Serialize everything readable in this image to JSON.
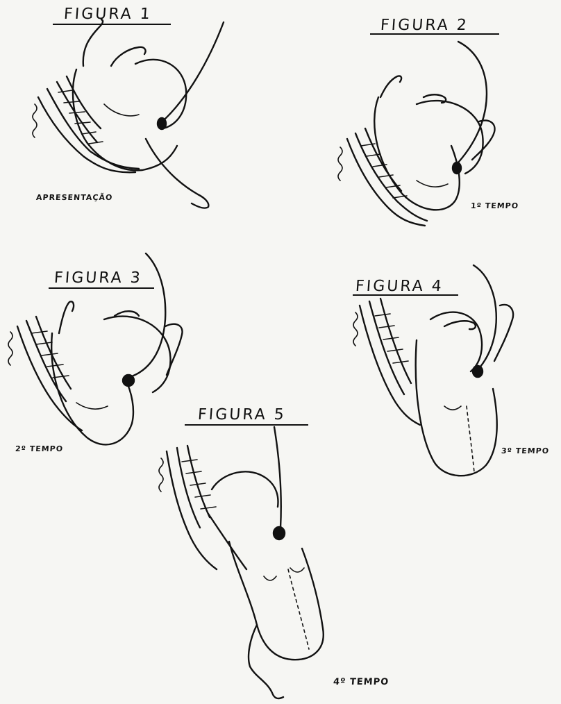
{
  "figures": [
    {
      "title": "FIGURA 1",
      "caption": "APRESENTAÇÃO"
    },
    {
      "title": "FIGURA 2",
      "caption": "1º TEMPO"
    },
    {
      "title": "FIGURA 3",
      "caption": "2º TEMPO"
    },
    {
      "title": "FIGURA 4",
      "caption": "3º TEMPO"
    },
    {
      "title": "FIGURA 5",
      "caption": "4º TEMPO"
    }
  ],
  "colors": {
    "ink": "#121212",
    "paper": "#f6f6f3"
  }
}
